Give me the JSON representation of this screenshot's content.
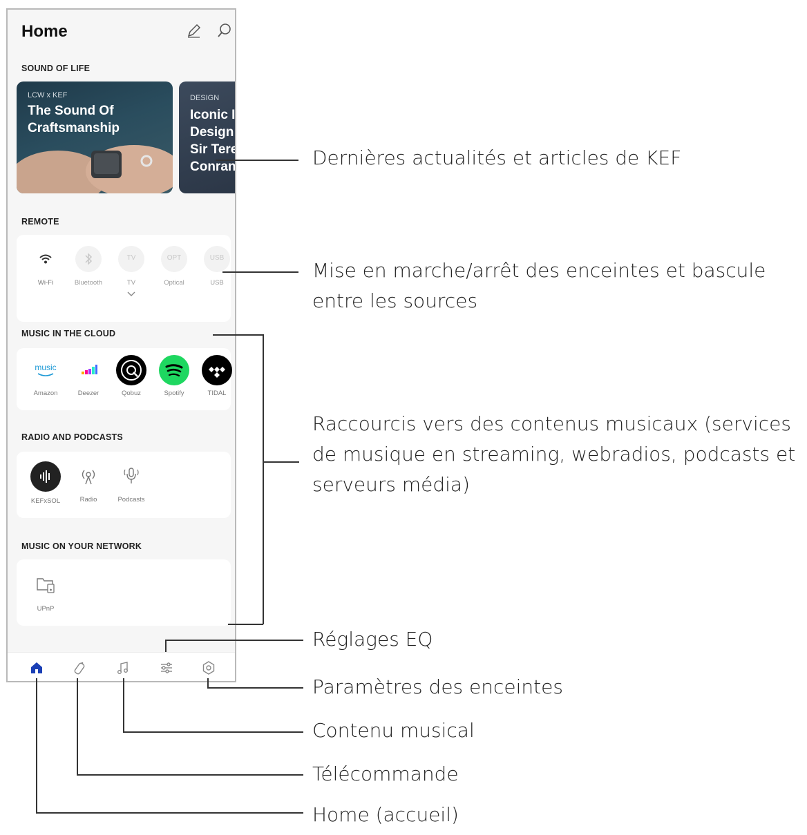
{
  "header": {
    "title": "Home",
    "icons": [
      "pencil-icon",
      "search-icon"
    ]
  },
  "sections": {
    "sound_of_life": "SOUND OF LIFE",
    "remote": "REMOTE",
    "music_cloud": "MUSIC IN THE CLOUD",
    "radio_podcasts": "RADIO AND PODCASTS",
    "music_network": "MUSIC ON YOUR NETWORK"
  },
  "cards": [
    {
      "kicker": "LCW x KEF",
      "title_lines": [
        "The Sound Of",
        "Craftsmanship"
      ]
    },
    {
      "kicker": "DESIGN",
      "title_lines": [
        "Iconic I",
        "Design",
        "Sir Tere",
        "Conran"
      ]
    }
  ],
  "remote_sources": [
    {
      "label": "Wi-Fi",
      "icon": "wifi-icon",
      "active": true
    },
    {
      "label": "Bluetooth",
      "icon": "bluetooth-icon",
      "active": false
    },
    {
      "label": "TV",
      "icon_text": "TV",
      "active": false
    },
    {
      "label": "Optical",
      "icon_text": "OPT",
      "active": false
    },
    {
      "label": "USB",
      "icon_text": "USB",
      "active": false
    }
  ],
  "cloud_services": [
    {
      "label": "Amazon",
      "icon": "amazon-music-icon",
      "icon_text": "music",
      "color": "#1f9ad6"
    },
    {
      "label": "Deezer",
      "icon": "deezer-icon",
      "color": "#a238ff"
    },
    {
      "label": "Qobuz",
      "icon": "qobuz-icon",
      "color": "#000000"
    },
    {
      "label": "Spotify",
      "icon": "spotify-icon",
      "color": "#1ed760"
    },
    {
      "label": "TIDAL",
      "icon": "tidal-icon",
      "color": "#000000"
    }
  ],
  "radio_items": [
    {
      "label": "KEFxSOL",
      "icon": "kefxsol-icon"
    },
    {
      "label": "Radio",
      "icon": "radio-icon"
    },
    {
      "label": "Podcasts",
      "icon": "podcast-icon"
    }
  ],
  "network_items": [
    {
      "label": "UPnP",
      "icon": "upnp-icon"
    }
  ],
  "nav": [
    "home-icon",
    "remote-icon",
    "music-note-icon",
    "eq-sliders-icon",
    "gear-icon"
  ],
  "colors": {
    "accent": "#1a3fb5"
  },
  "annotations": {
    "news": "Dernières actualités et articles de KEF",
    "power_line1": "Mise en marche/arrêt des enceintes et bascule",
    "power_line2": "entre les sources",
    "shortcuts_line1": "Raccourcis vers des contenus musicaux (services",
    "shortcuts_line2": "de musique en streaming, webradios, podcasts et",
    "shortcuts_line3": "serveurs média)",
    "eq": "Réglages EQ",
    "speaker_settings": "Paramètres des enceintes",
    "music_content": "Contenu musical",
    "remote": "Télécommande",
    "home": "Home (accueil)"
  }
}
